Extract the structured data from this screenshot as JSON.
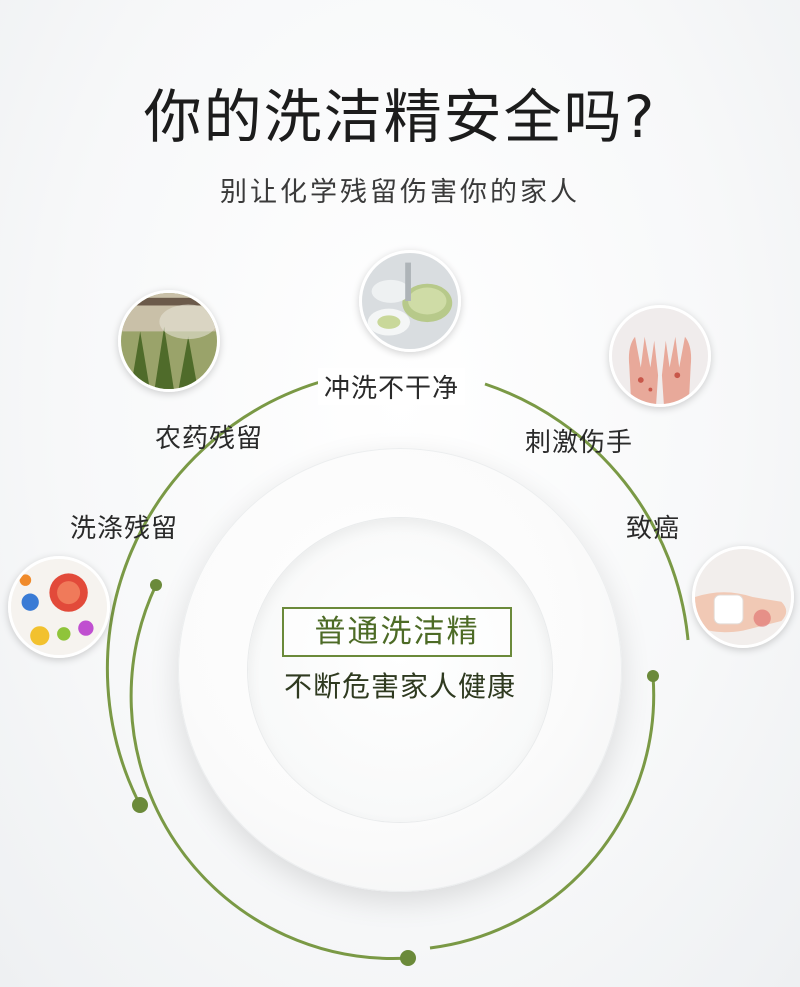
{
  "header": {
    "title": "你的洗洁精安全吗?",
    "subtitle": "别让化学残留伤害你的家人"
  },
  "center": {
    "badge": "普通洗洁精",
    "caption": "不断危害家人健康"
  },
  "labels": {
    "top": "冲洗不干净",
    "pesticide": "农药残留",
    "irritate": "刺激伤手",
    "detergent": "洗涤残留",
    "cancer": "致癌"
  },
  "images": {
    "dishes": "dishes-photo",
    "pesticide": "crop-spraying-photo",
    "hands": "irritated-hands-photo",
    "bacteria": "bacteria-illustration",
    "bandage": "bandaged-hand-photo"
  },
  "colors": {
    "accent": "#6b8a3a",
    "ring": "#7a9945"
  }
}
